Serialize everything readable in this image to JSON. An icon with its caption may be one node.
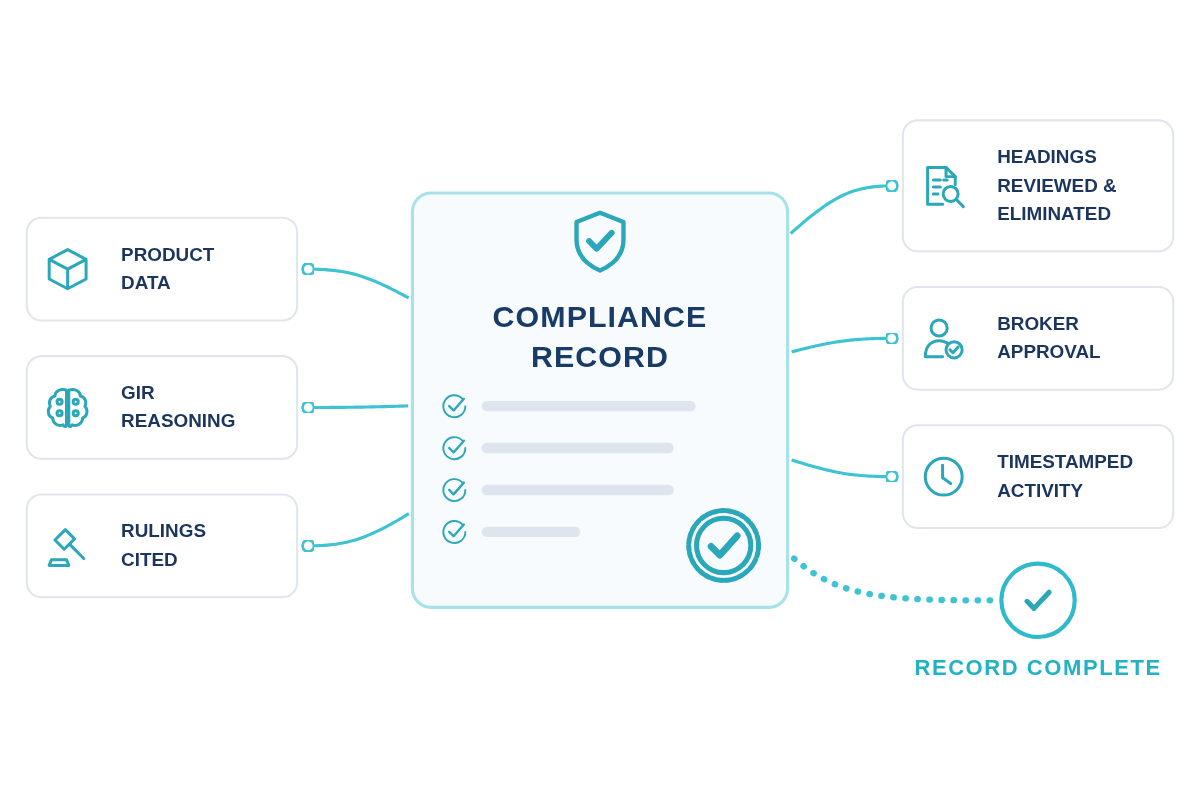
{
  "diagram": {
    "nodes": [
      {
        "text": [
          "PRODUCT DATA"
        ]
      },
      {
        "text": [
          "COMPLIANCE RECORD"
        ]
      },
      {
        "text": [
          "HEADINGS REVIEWED & ELIMINATED"
        ]
      },
      {
        "text": [
          "GIR REASONING"
        ]
      },
      {
        "text": [
          "BROKER APPROVAL"
        ]
      },
      {
        "text": [
          "RULINGS CITED"
        ]
      },
      {
        "text": [
          "TIMESTAMPED ACTIVITY"
        ]
      },
      {
        "text": [],
        "shape": "circle",
        "beside": [
          "RECORD COMPLETE"
        ]
      }
    ],
    "edges": [
      {
        "from": 0,
        "to": 1,
        "arrow": "other"
      },
      {
        "from": 1,
        "to": 2,
        "arrow": "other"
      },
      {
        "from": 3,
        "to": 1,
        "arrow": "other"
      },
      {
        "from": 1,
        "to": 4,
        "arrow": "other"
      },
      {
        "from": 5,
        "to": 1,
        "arrow": "other"
      },
      {
        "from": 1,
        "to": 6,
        "arrow": "other"
      },
      {
        "from": 1,
        "to": 7,
        "arrow": "none",
        "style": "dashed"
      }
    ]
  }
}
